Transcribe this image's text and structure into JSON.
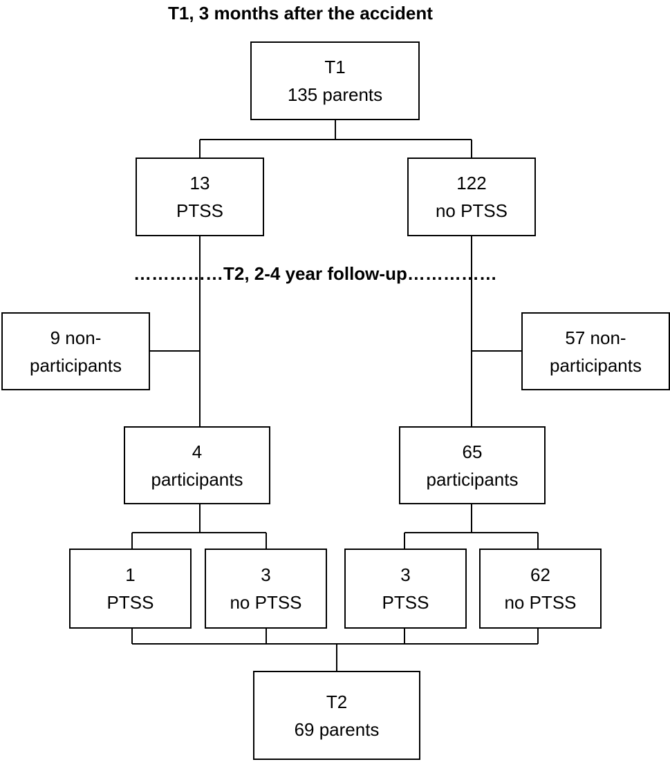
{
  "titles": {
    "t1": "T1, 3 months after the accident",
    "t2": "……………T2, 2-4 year follow-up……………"
  },
  "nodes": {
    "t1": {
      "line1": "T1",
      "line2": "135 parents"
    },
    "ptss_13": {
      "line1": "13",
      "line2": "PTSS"
    },
    "no_ptss_122": {
      "line1": "122",
      "line2": "no PTSS"
    },
    "non_participants_9": {
      "line1": "9 non-",
      "line2": "participants"
    },
    "non_participants_57": {
      "line1": "57 non-",
      "line2": "participants"
    },
    "participants_4": {
      "line1": "4",
      "line2": "participants"
    },
    "participants_65": {
      "line1": "65",
      "line2": "participants"
    },
    "ptss_1": {
      "line1": "1",
      "line2": "PTSS"
    },
    "no_ptss_3": {
      "line1": "3",
      "line2": "no PTSS"
    },
    "ptss_3": {
      "line1": "3",
      "line2": "PTSS"
    },
    "no_ptss_62": {
      "line1": "62",
      "line2": "no PTSS"
    },
    "t2": {
      "line1": "T2",
      "line2": "69 parents"
    }
  }
}
